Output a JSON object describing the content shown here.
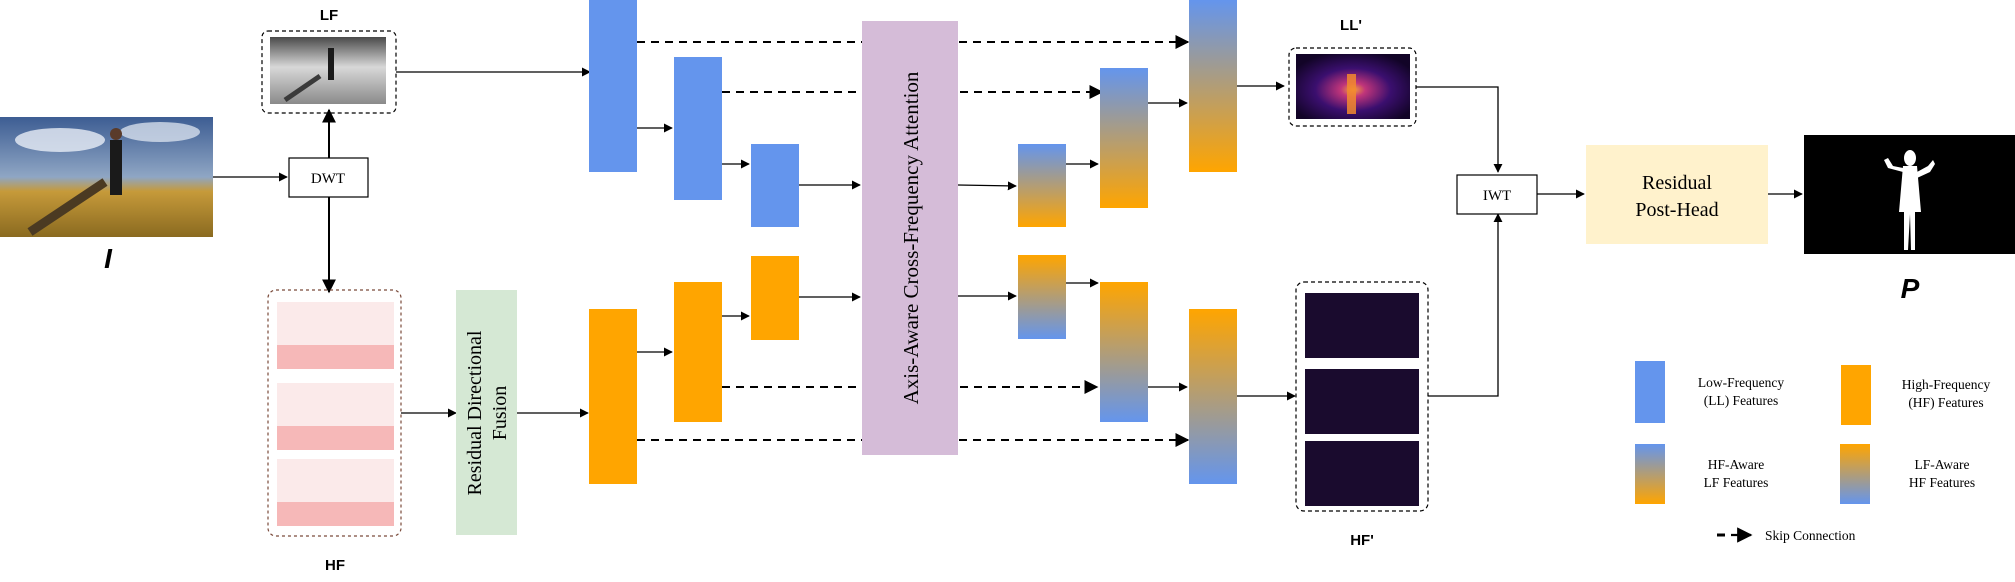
{
  "labels": {
    "input": "I",
    "output": "P",
    "lf": "LF",
    "hf": "HF",
    "ll_prime": "LL'",
    "hf_prime": "HF'",
    "dwt": "DWT",
    "iwt": "IWT",
    "rdf_line1": "Residual Directional",
    "rdf_line2": "Fusion",
    "attention": "Axis-Aware Cross-Frequency Attention",
    "post_head_line1": "Residual",
    "post_head_line2": "Post-Head"
  },
  "legend": {
    "low_freq_line1": "Low-Frequency",
    "low_freq_line2": "(LL) Features",
    "high_freq_line1": "High-Frequency",
    "high_freq_line2": "(HF) Features",
    "hf_aware_line1": "HF-Aware",
    "hf_aware_line2": "LF Features",
    "lf_aware_line1": "LF-Aware",
    "lf_aware_line2": "HF Features",
    "skip": "Skip Connection"
  },
  "colors": {
    "low_freq": "#6495ed",
    "high_freq": "#ffa500",
    "rdf_box": "#d5e8d4",
    "attention_box": "#d5bcd8",
    "post_head_box": "#fff2cc",
    "output_bg": "#000000"
  }
}
